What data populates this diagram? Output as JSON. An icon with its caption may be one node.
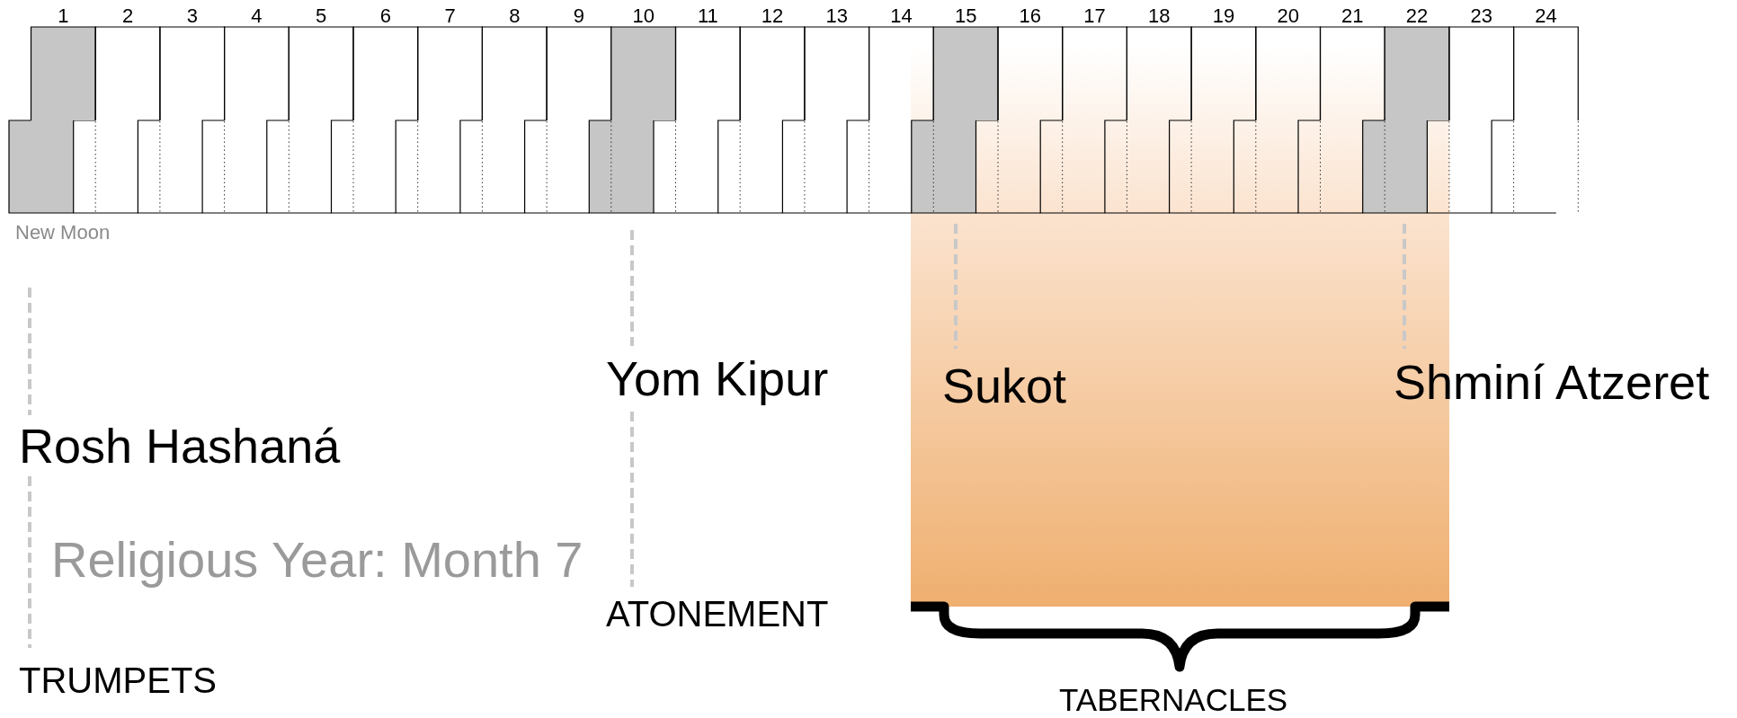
{
  "diagram": {
    "nodes": [
      {
        "text": [
          "1"
        ]
      },
      {
        "text": [
          "2"
        ]
      },
      {
        "text": [
          "3"
        ]
      },
      {
        "text": [
          "4"
        ]
      },
      {
        "text": [
          "5"
        ]
      },
      {
        "text": [
          "6"
        ]
      },
      {
        "text": [
          "7"
        ]
      },
      {
        "text": [
          "8"
        ]
      },
      {
        "text": [
          "9"
        ]
      },
      {
        "text": [
          "10"
        ]
      },
      {
        "text": [
          "11"
        ]
      },
      {
        "text": [
          "12"
        ]
      },
      {
        "text": [
          "13"
        ]
      },
      {
        "text": [
          "14"
        ]
      },
      {
        "text": [
          "15"
        ]
      },
      {
        "text": [
          "16"
        ]
      },
      {
        "text": [
          "17"
        ]
      },
      {
        "text": [
          "18"
        ]
      },
      {
        "text": [
          "19"
        ]
      },
      {
        "text": [
          "20"
        ]
      },
      {
        "text": [
          "21"
        ]
      },
      {
        "text": [
          "22"
        ]
      },
      {
        "text": [
          "23"
        ]
      },
      {
        "text": [
          "24"
        ]
      },
      {
        "text": [],
        "shape": "box"
      },
      {
        "text": [],
        "shape": "box"
      },
      {
        "text": [],
        "shape": "box"
      },
      {
        "text": [],
        "shape": "box"
      },
      {
        "text": [],
        "shape": "box"
      },
      {
        "text": [],
        "shape": "box"
      },
      {
        "text": [],
        "shape": "box"
      },
      {
        "text": [],
        "shape": "box"
      },
      {
        "text": [],
        "shape": "box"
      },
      {
        "text": [],
        "shape": "box"
      },
      {
        "text": [],
        "shape": "box"
      },
      {
        "text": [],
        "shape": "box"
      },
      {
        "text": [],
        "shape": "box"
      },
      {
        "text": [],
        "shape": "box"
      },
      {
        "text": [],
        "shape": "box"
      },
      {
        "text": [],
        "shape": "box"
      },
      {
        "text": [],
        "shape": "box"
      },
      {
        "text": [],
        "shape": "box"
      },
      {
        "text": [],
        "shape": "box"
      },
      {
        "text": [],
        "shape": "box"
      },
      {
        "text": [],
        "shape": "box"
      },
      {
        "text": [],
        "shape": "box"
      },
      {
        "text": [],
        "shape": "box"
      },
      {
        "text": [],
        "shape": "box"
      }
    ],
    "edges": [],
    "labels": [
      "New Moon",
      "Yom Kipur",
      "Sukot",
      "Shminí Atzeret",
      "Rosh Hashaná",
      "Religious Year: Month 7",
      "ATONEMENT",
      "TRUMPETS",
      "TABERNACLES"
    ]
  }
}
